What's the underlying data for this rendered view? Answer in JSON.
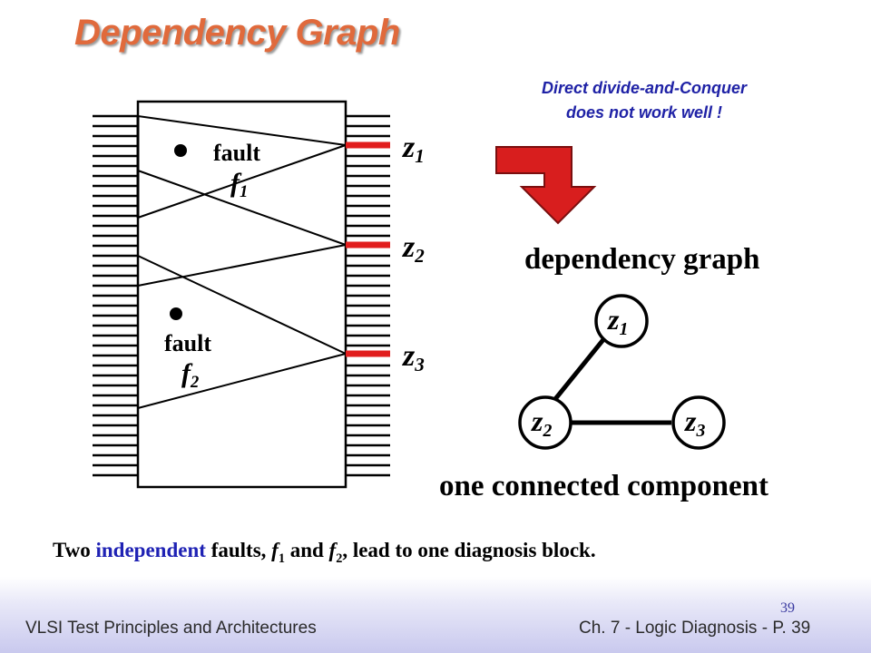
{
  "slide": {
    "title": "Dependency Graph",
    "note_line1": "Direct divide-and-Conquer",
    "note_line2": "does not work well !",
    "fault_label": "fault",
    "fault1_var": "f",
    "fault1_sub": "1",
    "fault2_var": "f",
    "fault2_sub": "2",
    "outputs": [
      {
        "var": "z",
        "sub": "1"
      },
      {
        "var": "z",
        "sub": "2"
      },
      {
        "var": "z",
        "sub": "3"
      }
    ],
    "graph_heading": "dependency graph",
    "graph_nodes": [
      {
        "var": "z",
        "sub": "1"
      },
      {
        "var": "z",
        "sub": "2"
      },
      {
        "var": "z",
        "sub": "3"
      }
    ],
    "graph_caption": "one connected component",
    "caption": {
      "part1": "Two ",
      "part2": "independent",
      "part3": " faults, ",
      "f": "f",
      "sub1": "1",
      "and": " and ",
      "sub2": "2",
      "part4": ", lead to one diagnosis block."
    },
    "footer_left": "VLSI Test Principles and Architectures",
    "footer_right": "Ch. 7 - Logic Diagnosis  - P. 39",
    "page_number": "39",
    "colors": {
      "title": "#e06a3c",
      "note": "#1f22a6",
      "highlight": "#e11d1d",
      "arrow": "#d81e1e",
      "independent": "#1f22b4"
    }
  }
}
